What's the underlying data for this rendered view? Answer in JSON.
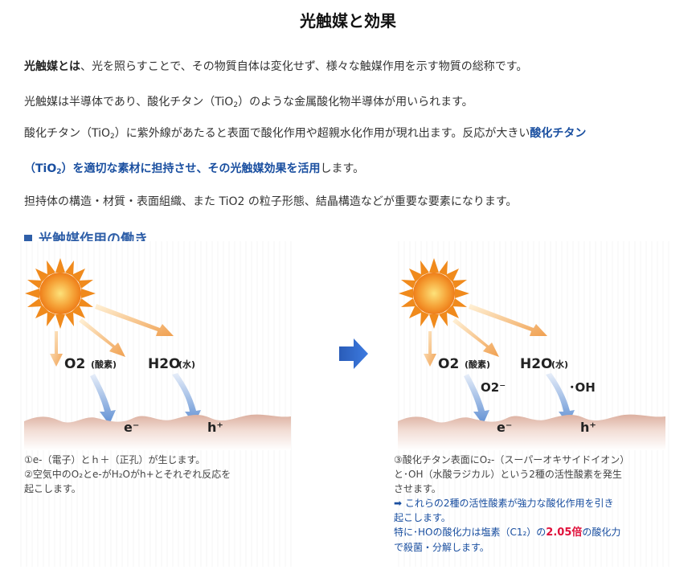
{
  "title": "光触媒と効果",
  "paragraphs": {
    "p1_bold": "光触媒とは",
    "p1_rest": "、光を照らすことで、その物質自体は変化せず、様々な触媒作用を示す物質の総称です。",
    "p2_a": "光触媒は半導体であり、酸化チタン（TiO",
    "p2_sub": "2",
    "p2_b": "）のような金属酸化物半導体が用いられます。",
    "p3_a": "酸化チタン（TiO",
    "p3_sub": "2",
    "p3_b": "）に紫外線があたると表面で酸化作用や超親水化作用が現れ出ます。反応が大きい",
    "p3_blue": "酸化チタン",
    "p4_blue_a": "（TiO",
    "p4_blue_sub": "2",
    "p4_blue_b": "）を適切な素材に担持させ、その光触媒効果を活用",
    "p4_rest": "します。",
    "p5": "担持体の構造・材質・表面組織、また TiO2 の粒子形態、結晶構造などが重要な要素になります。"
  },
  "section_heading": "光触媒作用の働き",
  "diagram": {
    "left": {
      "o2": "O2",
      "o2_sub": "(酸素)",
      "h2o": "H2O",
      "h2o_sub": "(水)",
      "electron": "e⁻",
      "hole": "h⁺"
    },
    "right": {
      "o2": "O2",
      "o2_sub": "(酸素)",
      "h2o": "H2O",
      "h2o_sub": "(水)",
      "superoxide": "O2⁻",
      "hydroxyl": "･OH",
      "electron": "e⁻",
      "hole": "h⁺"
    }
  },
  "notes": {
    "left_1": "①e-（電子）とｈ＋（正孔）が生じます。",
    "left_2": "②空気中のO₂とe-がH₂Oがh+とそれぞれ反応を",
    "left_3": "起こします。",
    "right_1": "③酸化チタン表面にO₂-（スーパーオキサイドイオン）",
    "right_2": "と･OH（水酸ラジカル）という2種の活性酸素を発生",
    "right_3": "させます。",
    "right_4": "➡ これらの2種の活性酸素が強力な酸化作用を引き",
    "right_5": "起こします。",
    "right_6a": "特に･HOの酸化力は塩素（C1₂）の",
    "right_6_red": "2.05倍",
    "right_6b": "の酸化力",
    "right_7": "で殺菌・分解します。"
  },
  "colors": {
    "accent_blue": "#1a4fa0",
    "highlight_red": "#e0103a",
    "sun_orange": "#f08a1c",
    "arrow_orange": "#f0a050",
    "arrow_blue": "#6b97d6",
    "surface": "#e8c9bd"
  }
}
